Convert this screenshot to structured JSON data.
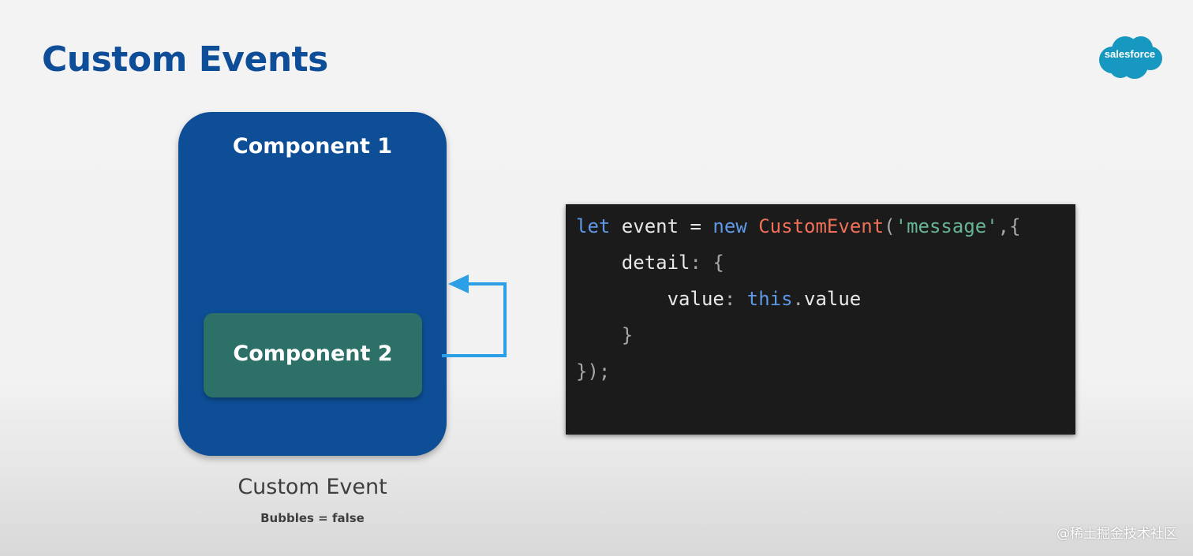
{
  "slide": {
    "title": "Custom Events"
  },
  "logo": {
    "text": "salesforce",
    "color": "#1798c1"
  },
  "diagram": {
    "outer_component": {
      "label": "Component 1",
      "color": "#0e4e97"
    },
    "inner_component": {
      "label": "Component 2",
      "color": "#2c7068"
    },
    "arrow_color": "#2ba0e6",
    "caption": {
      "title": "Custom Event",
      "subtitle": "Bubbles = false"
    }
  },
  "code": {
    "line1": {
      "kw_let": "let",
      "var": " event ",
      "op": "=",
      "kw_new": " new ",
      "cls": "CustomEvent",
      "p1": "(",
      "str": "'message'",
      "p2": ",{"
    },
    "line2": {
      "indent": "    ",
      "key": "detail",
      "colon": ": ",
      "brace": "{"
    },
    "line3": {
      "indent": "        ",
      "key": "value",
      "colon": ": ",
      "kw_this": "this",
      "dot": ".",
      "prop": "value"
    },
    "line4": {
      "indent": "    ",
      "brace": "}"
    },
    "line5": {
      "end": "});"
    }
  },
  "watermark": {
    "text": "@稀土掘金技术社区"
  }
}
